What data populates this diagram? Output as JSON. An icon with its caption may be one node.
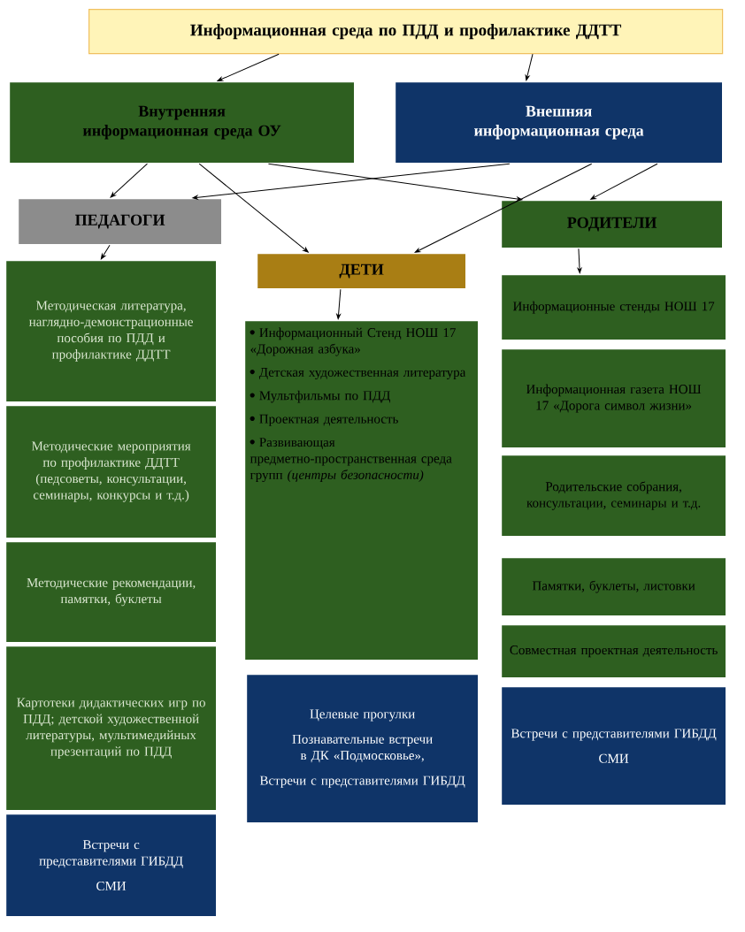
{
  "diagram": {
    "nodes": [
      {
        "text": [
          "Информационная среда по ПДД и профилактике ДДТТ"
        ]
      },
      {
        "text": [
          "Внутренняя информационная среда ОУ"
        ]
      },
      {
        "text": [
          "Внешняя информационная среда"
        ]
      },
      {
        "text": [
          "ПЕДАГОГИ"
        ]
      },
      {
        "text": [
          "ДЕТИ"
        ]
      },
      {
        "text": [
          "РОДИТЕЛИ"
        ]
      },
      {
        "text": [
          "Методическая литература, наглядно-демонстрационные пособия по ПДД и профилактике ДДТТ"
        ]
      },
      {
        "text": [
          "Методические мероприятия по профилактике ДДТТ (педсоветы, консультации, семинары, конкурсы и т.д.)"
        ]
      },
      {
        "text": [
          "Методические рекомендации, памятки, буклеты"
        ]
      },
      {
        "text": [
          "Картотеки дидактических игр по ПДД; детской художественной литературы, мультимедийных презентаций по ПДД"
        ]
      },
      {
        "text": [
          "Встречи с представителями ГИБДД",
          "СМИ"
        ]
      },
      {
        "text": [
          "Информационный Стенд НОШ 17 «Дорожная азбука»",
          "Детская художественная литература",
          "Мультфильмы по ПДД",
          "Проектная деятельность",
          "Развивающая предметно-пространственная среда групп *(центры безопасности)*"
        ]
      },
      {
        "text": [
          "Целевые прогулки",
          "Познавательные встречи в ДК «Подмосковье»,",
          "Встречи с представителями ГИБДД"
        ]
      },
      {
        "text": [
          "Информационные стенды НОШ 17"
        ]
      },
      {
        "text": [
          "Информационная газета НОШ 17 «Дорога символ жизни»"
        ]
      },
      {
        "text": [
          "Родительские собрания, консультации, семинары и т.д."
        ]
      },
      {
        "text": [
          "Памятки, буклеты, листовки"
        ]
      },
      {
        "text": [
          "Совместная проектная деятельность"
        ]
      },
      {
        "text": [
          "Встречи с представителями ГИБДД",
          "СМИ"
        ]
      }
    ],
    "edges": [
      {
        "from": 0,
        "to": 1,
        "arrow": "to"
      },
      {
        "from": 0,
        "to": 2,
        "arrow": "to"
      },
      {
        "from": 1,
        "to": 3,
        "arrow": "to"
      },
      {
        "from": 1,
        "to": 4,
        "arrow": "to"
      },
      {
        "from": 1,
        "to": 5,
        "arrow": "to"
      },
      {
        "from": 2,
        "to": 3,
        "arrow": "to"
      },
      {
        "from": 2,
        "to": 4,
        "arrow": "to"
      },
      {
        "from": 2,
        "to": 5,
        "arrow": "to"
      },
      {
        "from": 3,
        "to": 6,
        "arrow": "to"
      },
      {
        "from": 4,
        "to": 11,
        "arrow": "to"
      },
      {
        "from": 5,
        "to": 13,
        "arrow": "to"
      }
    ]
  }
}
